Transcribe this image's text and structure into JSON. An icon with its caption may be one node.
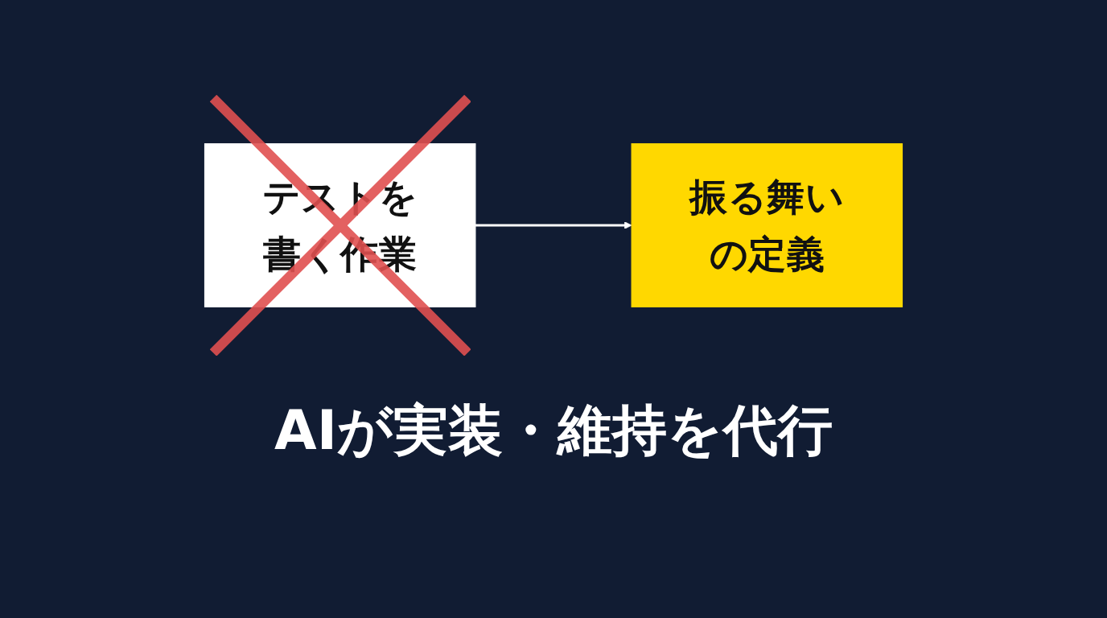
{
  "diagram": {
    "nodes": [
      {
        "text": [
          "テストを書く作業"
        ]
      },
      {
        "text": [
          "振る舞いの定義"
        ]
      }
    ],
    "edges": [
      {
        "from": 0,
        "to": 1,
        "arrow": "to"
      }
    ],
    "labels": [
      "AIが実装・維持を代行"
    ]
  }
}
